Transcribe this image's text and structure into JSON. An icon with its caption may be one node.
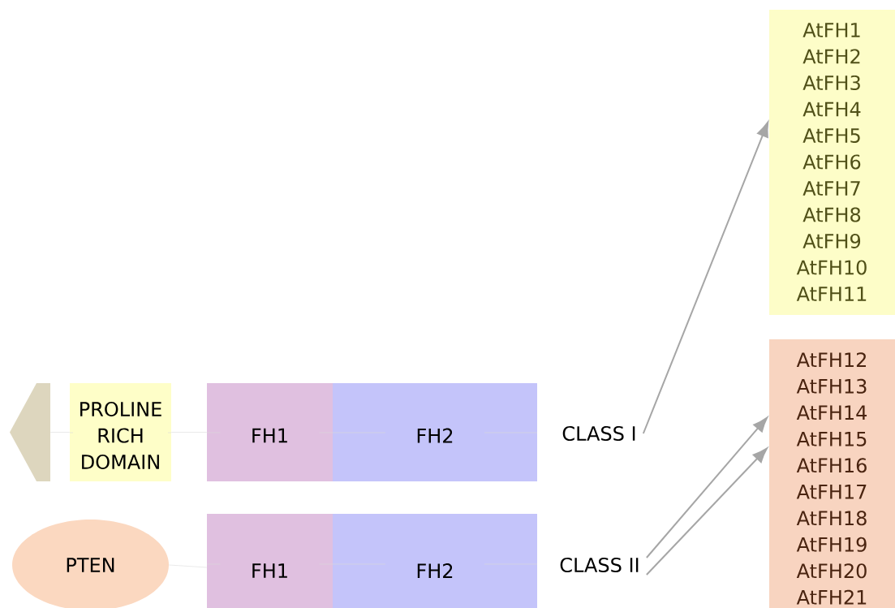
{
  "diagram": {
    "nodes": [
      {
        "text": [],
        "shape": "pentagon"
      },
      {
        "text": [
          "PROLINE RICH DOMAIN"
        ]
      },
      {
        "text": [
          "FH1"
        ]
      },
      {
        "text": [
          "FH2"
        ]
      },
      {
        "text": [
          "CLASS I"
        ]
      },
      {
        "text": [
          "PTEN"
        ]
      },
      {
        "text": [
          "FH1"
        ]
      },
      {
        "text": [
          "FH2"
        ]
      },
      {
        "text": [
          "CLASS II"
        ]
      },
      {
        "text": [
          "AtFH1",
          "AtFH2",
          "AtFH3",
          "AtFH4",
          "AtFH5",
          "AtFH6",
          "AtFH7",
          "AtFH8",
          "AtFH9",
          "AtFH10",
          "AtFH11"
        ]
      },
      {
        "text": [
          "AtFH12",
          "AtFH13",
          "AtFH14",
          "AtFH15",
          "AtFH16",
          "AtFH17",
          "AtFH18",
          "AtFH19",
          "AtFH20",
          "AtFH21"
        ]
      }
    ],
    "edges": [
      {
        "from": 4,
        "to": 9,
        "arrow": "to"
      },
      {
        "from": 8,
        "to": 10,
        "arrow": "to"
      },
      {
        "from": 8,
        "to": 10,
        "arrow": "to"
      },
      {
        "from": 0,
        "to": 1,
        "arrow": "none",
        "color": "#dcdcdc"
      },
      {
        "from": 1,
        "to": 2,
        "arrow": "none",
        "color": "#dcdcdc"
      },
      {
        "from": 5,
        "to": 6,
        "arrow": "none",
        "color": "#dcdcdc"
      }
    ]
  }
}
